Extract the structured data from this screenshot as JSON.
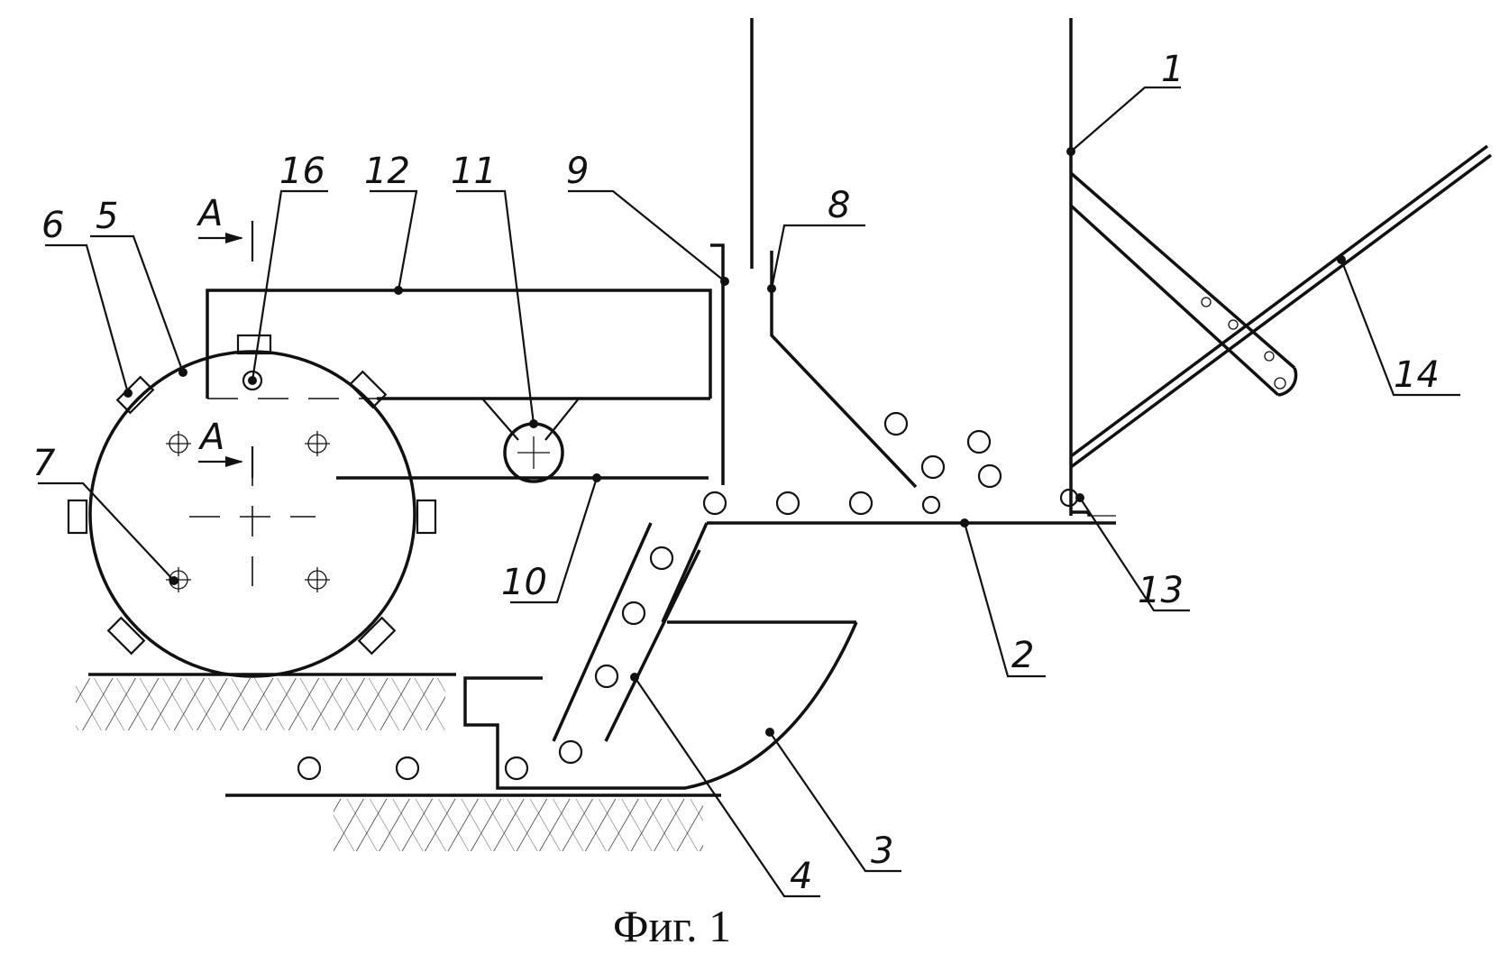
{
  "caption": "Фиг. 1",
  "section_mark": "A",
  "labels": {
    "l1": "1",
    "l2": "2",
    "l3": "3",
    "l4": "4",
    "l5": "5",
    "l6": "6",
    "l7": "7",
    "l8": "8",
    "l9": "9",
    "l10": "10",
    "l11": "11",
    "l12": "12",
    "l13": "13",
    "l14": "14",
    "l16": "16"
  }
}
